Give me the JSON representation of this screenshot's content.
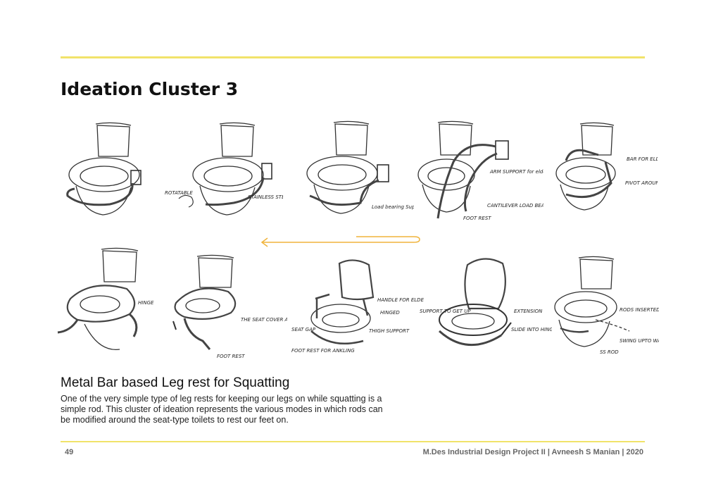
{
  "page": {
    "title": "Ideation Cluster 3",
    "section_heading": "Metal Bar based Leg rest for Squatting",
    "description": "One of the very simple type of leg rests for keeping our legs on while squatting is a simple rod. This cluster of ideation represents the various modes in which rods can be modified around the seat-type toilets to rest our feet on.",
    "page_number": "49",
    "footer_credit": "M.Des Industrial Design Project II | Avneesh S Manian | 2020"
  },
  "colors": {
    "accent": "#f1e36a",
    "arrow": "#f0b43c"
  },
  "sketches": {
    "s2": {
      "note_1": "ROTATABLE",
      "note_2": "STAINLESS STEEL / ALUMINIUM"
    },
    "s3": {
      "note_1": "Load bearing Support"
    },
    "s4": {
      "note_1": "ARM SUPPORT for elderly",
      "note_2": "CANTILEVER LOAD BEARING.",
      "note_3": "FOOT REST"
    },
    "s5": {
      "note_1": "BAR FOR ELDERLY",
      "note_2": "PIVOT AROUND HOLE"
    },
    "s6": {
      "note_1": "HINGE"
    },
    "s7": {
      "note_1": "THE SEAT COVER AND SUPPORT ROD (NECK SUPPORT)",
      "note_2": "FOOT REST"
    },
    "s8": {
      "note_1": "HANDLE FOR ELDERLY",
      "note_2": "HINGED",
      "note_3": "THIGH SUPPORT",
      "note_4": "SEAT GAP",
      "note_5": "FOOT REST FOR ANKLING"
    },
    "s9": {
      "note_1": "SUPPORT TO GET UP",
      "note_2": "EXTENSION",
      "note_3": "SLIDE INTO HINGE"
    },
    "s10": {
      "note_1": "RODS INSERTED VIA HOLE ON BOWL",
      "note_2": "SWING UPTO WALL",
      "note_3": "SS ROD"
    }
  }
}
